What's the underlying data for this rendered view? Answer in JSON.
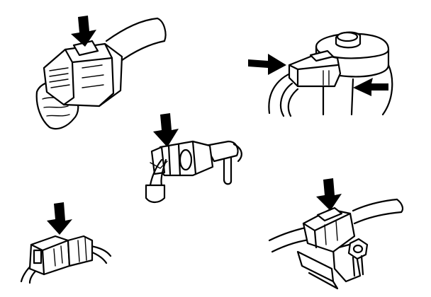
{
  "figure": {
    "background_color": "#ffffff",
    "ink_color": "#000000",
    "panels": [
      {
        "id": "panel-1",
        "subject": "connector-on-harness",
        "arrow_direction": "down",
        "arrow_count": 1
      },
      {
        "id": "panel-2",
        "subject": "sensor-connector",
        "arrow_direction": "pinch-sides",
        "arrow_count": 2
      },
      {
        "id": "panel-3",
        "subject": "inline-connector-with-probe",
        "arrow_direction": "down",
        "arrow_count": 1
      },
      {
        "id": "panel-4",
        "subject": "small-plug-connector",
        "arrow_direction": "down",
        "arrow_count": 1
      },
      {
        "id": "panel-5",
        "subject": "connector-on-bracket",
        "arrow_direction": "down",
        "arrow_count": 1
      }
    ]
  }
}
